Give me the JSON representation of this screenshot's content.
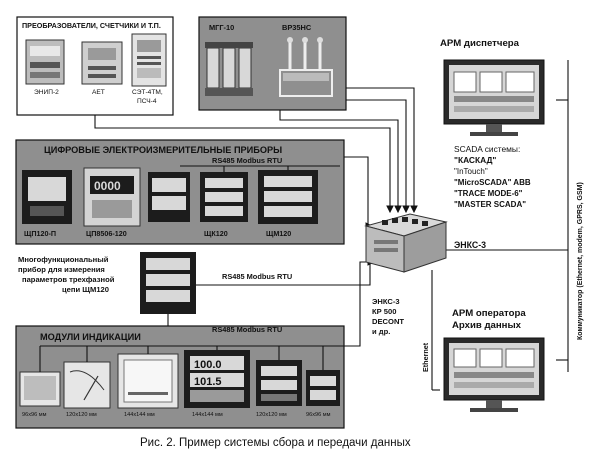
{
  "colors": {
    "panel": "#8f8f8f",
    "panel_dark": "#6f6f6f",
    "device": "#1c1c1c",
    "screen": "#d8d8d8",
    "white": "#ffffff",
    "line": "#111111"
  },
  "converters": {
    "title": "ПРЕОБРАЗОВАТЕЛИ, СЧЕТЧИКИ И Т.П.",
    "items": [
      "ЭНИП-2",
      "АЕТ",
      "СЭТ-4ТМ,",
      "ПСЧ-4"
    ]
  },
  "switchgear": {
    "left": "МГГ-10",
    "right": "ВР35НС"
  },
  "digital": {
    "title": "ЦИФРОВЫЕ ЭЛЕКТРОИЗМЕРИТЕЛЬНЫЕ ПРИБОРЫ",
    "bus": "RS485  Modbus RTU",
    "items": [
      "ЩП120-П",
      "ЦП8506-120",
      "ЩК120",
      "ЩМ120"
    ]
  },
  "multifunc": {
    "caption": [
      "Многофункциональный",
      "прибор для измерения",
      "параметров трехфазной",
      "цепи ЩМ120"
    ],
    "bus": "RS485  Modbus RTU"
  },
  "modules": {
    "title": "МОДУЛИ ИНДИКАЦИИ",
    "bus": "RS485  Modbus RTU",
    "sizes": [
      "96x96 мм",
      "120x120 мм",
      "144x144 мм",
      "144x144 мм",
      "120x120 мм",
      "96x96 мм"
    ]
  },
  "enks": {
    "label": "ЭНКС-3",
    "alt": [
      "ЭНКС-3",
      "КР 500",
      "DECONT",
      "и др."
    ]
  },
  "arm_dispatcher": {
    "title": "АРМ диспетчера"
  },
  "scada": {
    "title": "SCADA системы:",
    "items": [
      "\"КАСКАД\"",
      "\"InTouch\"",
      "\"MicroSCADA\" ABB",
      "\"TRACE MODE-6\"",
      "\"MASTER SCADA\""
    ]
  },
  "arm_operator": {
    "title": [
      "АРМ оператора",
      "Архив данных"
    ]
  },
  "ethernet": "Ethernet",
  "communicator": "Коммуникатор (Ethernet, modem, GPRS, GSM)",
  "caption": "Рис. 2. Пример системы сбора и передачи данных"
}
